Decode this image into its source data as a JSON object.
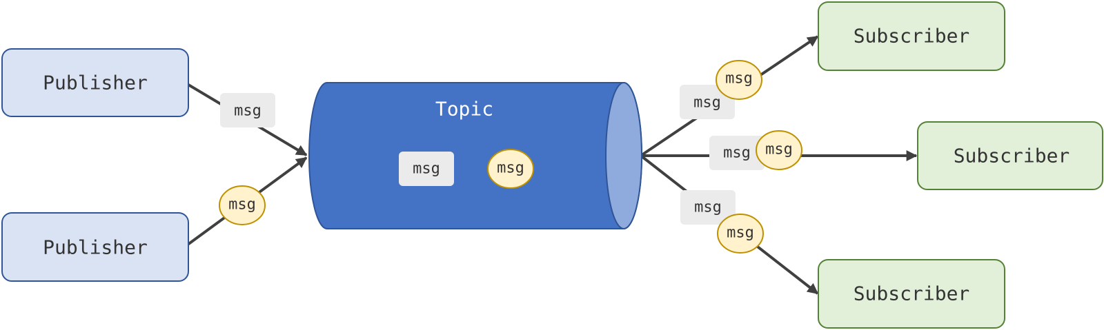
{
  "diagram": {
    "topic": {
      "label": "Topic"
    },
    "publishers": [
      {
        "label": "Publisher"
      },
      {
        "label": "Publisher"
      }
    ],
    "subscribers": [
      {
        "label": "Subscriber"
      },
      {
        "label": "Subscriber"
      },
      {
        "label": "Subscriber"
      }
    ],
    "message_label": "msg"
  },
  "colors": {
    "publisher_fill": "#dae3f3",
    "publisher_stroke": "#2f5597",
    "subscriber_fill": "#e2efd9",
    "subscriber_stroke": "#538135",
    "topic_fill": "#4472c4",
    "topic_end_fill": "#8faadc",
    "topic_stroke": "#2f5597",
    "msg_chip_fill": "#ebebeb",
    "msg_circle_fill": "#fff2cc",
    "msg_circle_stroke": "#bf9000",
    "edge": "#404040"
  }
}
